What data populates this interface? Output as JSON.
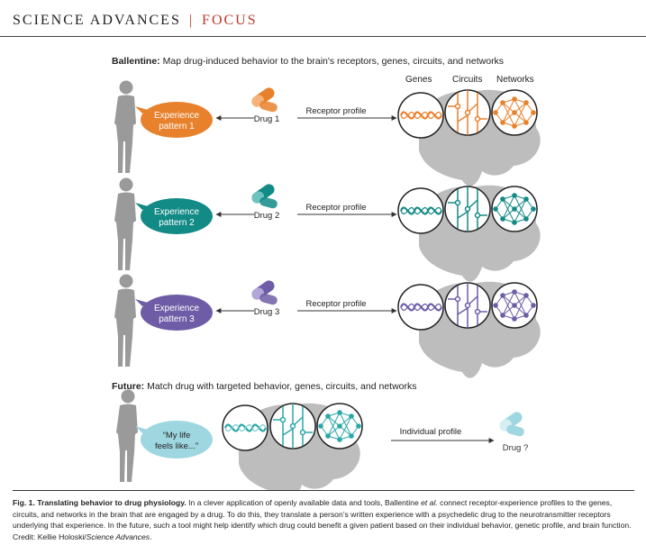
{
  "header": {
    "journal": "SCIENCE ADVANCES",
    "separator": "|",
    "section": "FOCUS"
  },
  "figure": {
    "top_title_bold": "Ballentine:",
    "top_title_rest": " Map drug-induced behavior to the brain's receptors, genes, circuits, and networks",
    "columns": {
      "genes": "Genes",
      "circuits": "Circuits",
      "networks": "Networks"
    },
    "rows": [
      {
        "bubble_line1": "Experience",
        "bubble_line2": "pattern 1",
        "drug": "Drug 1",
        "arrow_label": "Receptor profile",
        "color": "#e8812c"
      },
      {
        "bubble_line1": "Experience",
        "bubble_line2": "pattern 2",
        "drug": "Drug 2",
        "arrow_label": "Receptor profile",
        "color": "#128a86"
      },
      {
        "bubble_line1": "Experience",
        "bubble_line2": "pattern 3",
        "drug": "Drug 3",
        "arrow_label": "Receptor profile",
        "color": "#6e5da6"
      }
    ],
    "future_title_bold": "Future:",
    "future_title_rest": " Match drug with targeted behavior, genes, circuits, and networks",
    "future": {
      "bubble_line1": "“My life",
      "bubble_line2": "feels like...”",
      "arrow_label": "Individual profile",
      "drug": "Drug ?",
      "color": "#9ed7e0",
      "accent": "#2aa7a8"
    }
  },
  "caption": {
    "label": "Fig. 1. Translating behavior to drug physiology.",
    "text_a": " In a clever application of openly available data and tools, Ballentine ",
    "et_al": "et al.",
    "text_b": " connect receptor-experience profiles to the genes, circuits, and networks in the brain that are engaged by a drug. To do this, they translate a person’s written experience with a psychedelic drug to the neurotransmitter receptors underlying that experience. In the future, such a tool might help identify which drug could benefit a given patient based on their individual behavior, genetic profile, and brain function. Credit: Kellie Holoski/",
    "credit_italic": "Science Advances",
    "end": "."
  },
  "colors": {
    "accent_red": "#c0392b",
    "person_gray": "#9a9a9a",
    "brain_gray": "#bdbdbd"
  }
}
